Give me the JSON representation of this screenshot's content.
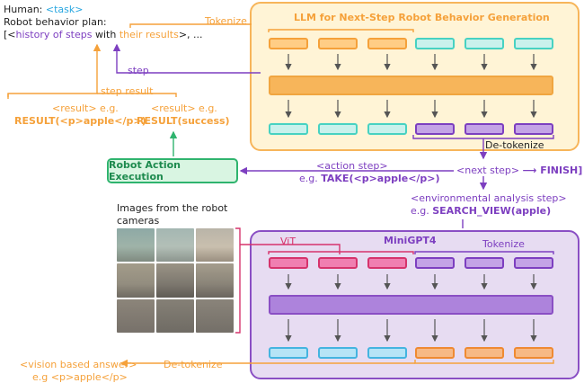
{
  "human": {
    "prefix": "Human: ",
    "task": "<task>"
  },
  "plan": {
    "line1": "Robot behavior plan:",
    "open": "[<",
    "history": "history of steps",
    "with": " with ",
    "results": "their results",
    "close": ">, ..."
  },
  "labels": {
    "tokenize_top": "Tokenize",
    "llm_title": "LLM for Next-Step Robot Behavior Generation",
    "step": "step",
    "step_result": "step result",
    "result1_a": "<result> e.g.",
    "result1_b": "RESULT(<p>apple</p>)",
    "result2_a": "<result> e.g.",
    "result2_b": "RESULT(success)",
    "detokenize_top": "De-tokenize",
    "exec": "Robot Action Execution",
    "action_a": "<action step>",
    "action_eg": "e.g. ",
    "action_b": "TAKE(<p>apple</p>)",
    "next_step": "<next step>",
    "finish": "⟶ FINISH]",
    "env_a": "<environmental analysis step>",
    "env_eg": "e.g. ",
    "env_b": "SEARCH_VIEW(apple)",
    "images_a": "Images from the robot",
    "images_b": "cameras",
    "vit": "ViT",
    "minigpt": "MiniGPT4",
    "tokenize_bottom": "Tokenize",
    "vision_a": "<vision based answer>",
    "vision_b": "e.g <p>apple</p>",
    "detokenize_bottom": "De-tokenize"
  },
  "colors": {
    "orange": "#f5a13a",
    "purple": "#7d3fc0",
    "green": "#2fb46e",
    "blue": "#2aa7e0"
  }
}
